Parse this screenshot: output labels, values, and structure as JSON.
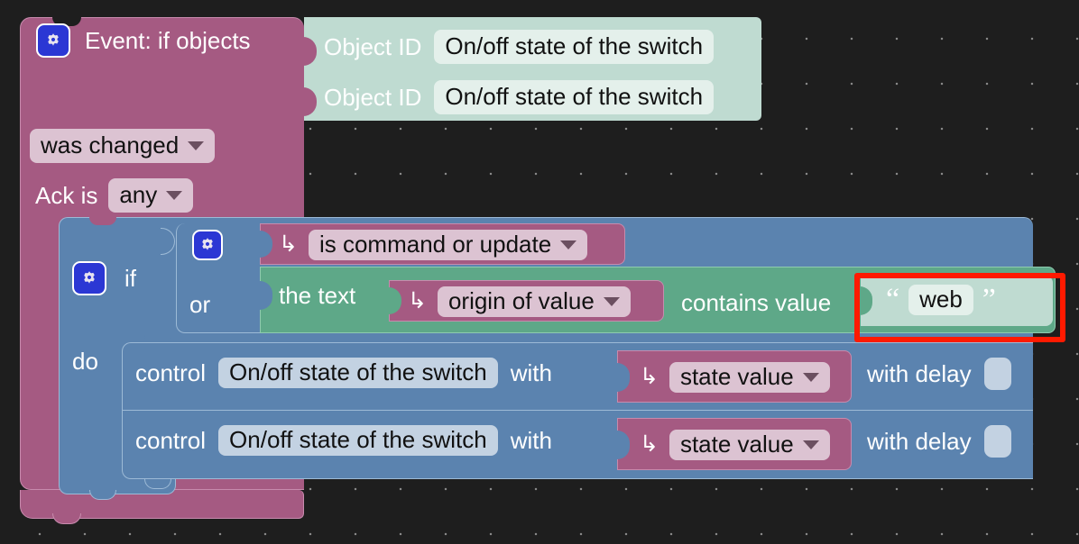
{
  "workspace": {
    "background_color": "#1e1e1e",
    "grid_dot_color": "#888888",
    "grid_spacing": 50
  },
  "colors": {
    "event_block": "#A55A82",
    "object_block": "#BFDBD1",
    "logic_block": "#5B83AF",
    "text_block": "#5EA888",
    "gear_icon": "#2B37D4",
    "selection_outline": "#FF1A00"
  },
  "event_block": {
    "title": "Event: if objects",
    "gear_icon": "gear-icon",
    "trigger_mode": "was changed",
    "ack_label": "Ack is",
    "ack_value": "any",
    "objects": [
      {
        "label": "Object ID",
        "value": "On/off state of the switch"
      },
      {
        "label": "Object ID",
        "value": "On/off state of the switch"
      }
    ]
  },
  "logic_block": {
    "if_label": "if",
    "or_label": "or",
    "do_label": "do",
    "gear_icon": "gear-icon",
    "conditions": [
      {
        "type": "dropdown",
        "gear_icon": "gear-icon",
        "socket_icon": "return-arrow-icon",
        "value": "is command or update"
      },
      {
        "type": "text-contains",
        "prefix": "the text",
        "socket_icon": "return-arrow-icon",
        "source_value": "origin of value",
        "operator": "contains value",
        "quote_open": "“",
        "quote_close": "”",
        "compare_value": "web",
        "selected": true
      }
    ],
    "actions": [
      {
        "verb": "control",
        "object": "On/off state of the switch",
        "with_label": "with",
        "socket_icon": "return-arrow-icon",
        "value": "state value",
        "delay_label": "with delay",
        "delay_value": ""
      },
      {
        "verb": "control",
        "object": "On/off state of the switch",
        "with_label": "with",
        "socket_icon": "return-arrow-icon",
        "value": "state value",
        "delay_label": "with delay",
        "delay_value": ""
      }
    ]
  }
}
